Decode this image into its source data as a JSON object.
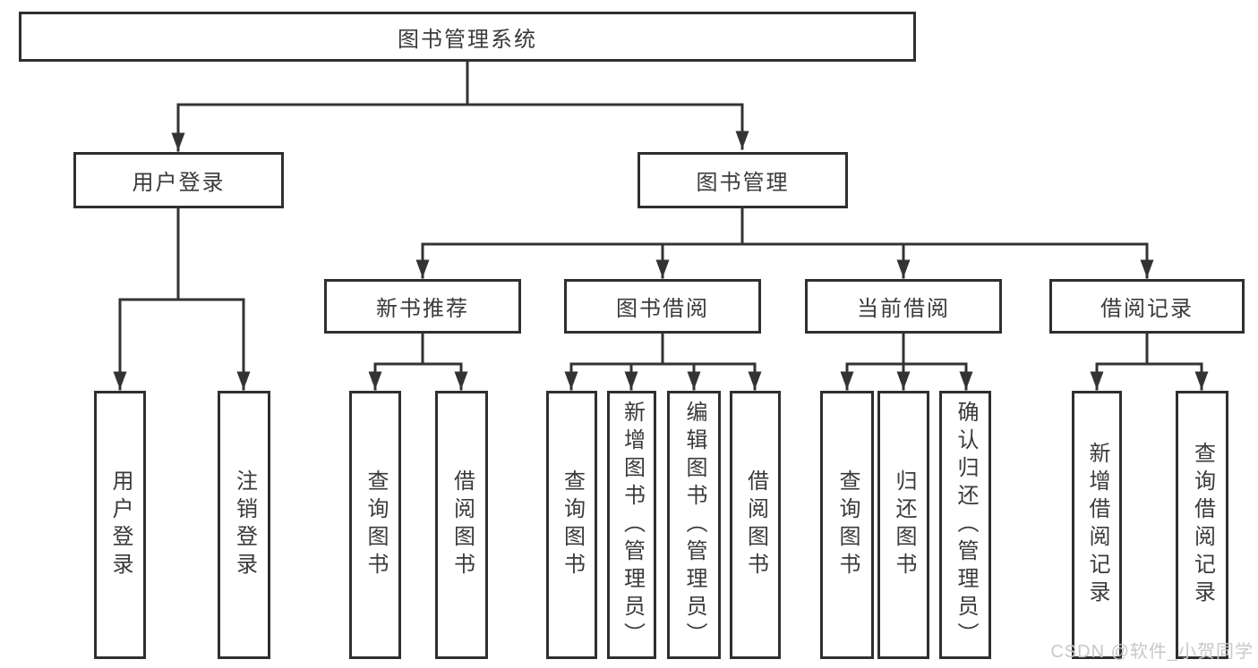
{
  "diagram": {
    "type": "tree-function-structure",
    "colors": {
      "background": "#ffffff",
      "line": "#333333",
      "box_border": "#2f2f2f",
      "text": "#3a3a3a",
      "watermark": "#c8c8c8"
    },
    "tree": {
      "label": "图书管理系统",
      "children": [
        {
          "label": "用户登录",
          "children": [
            {
              "label": "用户登录"
            },
            {
              "label": "注销登录"
            }
          ]
        },
        {
          "label": "图书管理",
          "children": [
            {
              "label": "新书推荐",
              "children": [
                {
                  "label": "查询图书"
                },
                {
                  "label": "借阅图书"
                }
              ]
            },
            {
              "label": "图书借阅",
              "children": [
                {
                  "label": "查询图书"
                },
                {
                  "label": "新增图书（管理员）"
                },
                {
                  "label": "编辑图书（管理员）"
                },
                {
                  "label": "借阅图书"
                }
              ]
            },
            {
              "label": "当前借阅",
              "children": [
                {
                  "label": "查询图书"
                },
                {
                  "label": "归还图书"
                },
                {
                  "label": "确认归还（管理员）"
                }
              ]
            },
            {
              "label": "借阅记录",
              "children": [
                {
                  "label": "新增借阅记录"
                },
                {
                  "label": "查询借阅记录"
                }
              ]
            }
          ]
        }
      ]
    },
    "watermark": {
      "text": "CSDN @软件_小贺同学"
    }
  }
}
